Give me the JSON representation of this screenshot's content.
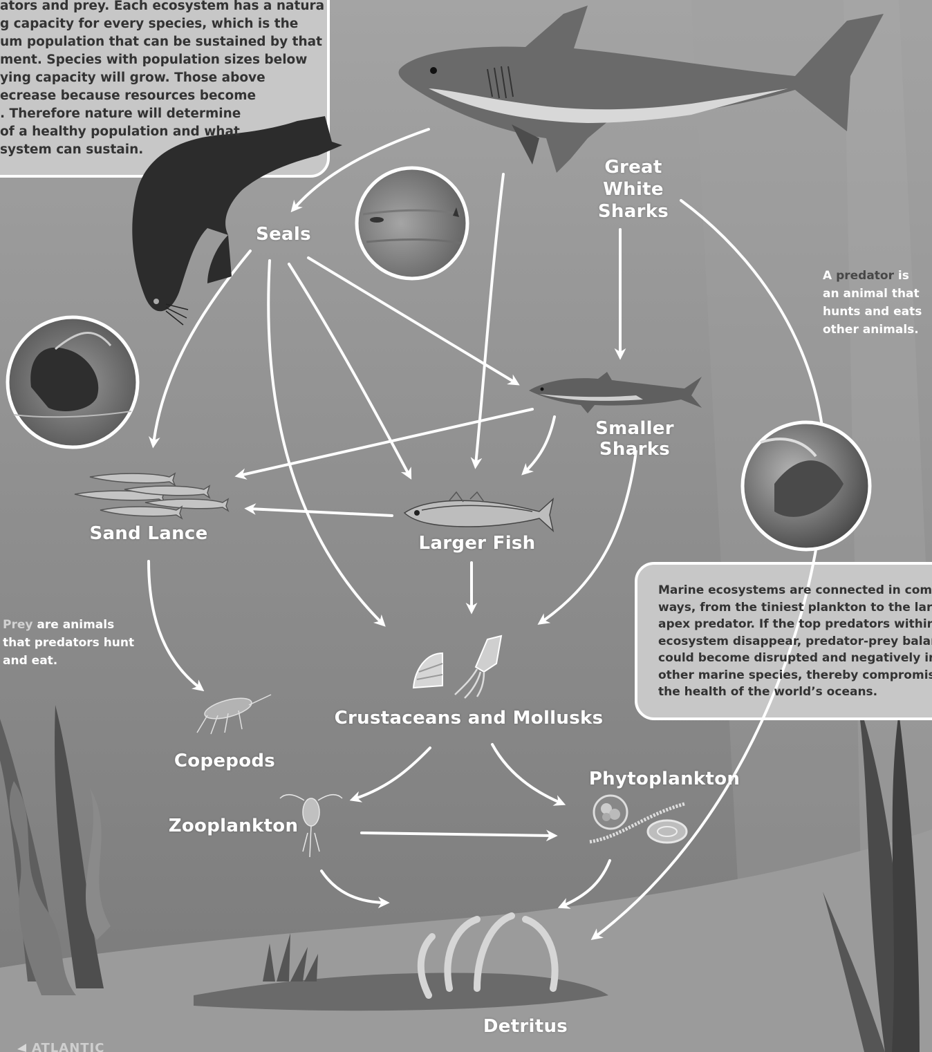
{
  "labels": {
    "great_white": "Great White Sharks",
    "seals": "Seals",
    "smaller_sharks": "Smaller Sharks",
    "sand_lance": "Sand Lance",
    "larger_fish": "Larger Fish",
    "crustaceans": "Crustaceans and Mollusks",
    "copepods": "Copepods",
    "zooplankton": "Zooplankton",
    "phytoplankton": "Phytoplankton",
    "detritus": "Detritus"
  },
  "top_box_lines": [
    "ators and prey. Each ecosystem has a natural",
    "g capacity for every species, which is the",
    "um population that can be sustained by that",
    "ment. Species with population sizes below",
    "ying capacity will grow. Those above",
    "ecrease because resources become",
    ". Therefore nature will determine",
    "of a healthy population and what",
    "system can sustain."
  ],
  "bottom_box_lines": [
    "Marine ecosystems are connected in com",
    "ways, from the tiniest plankton to the larg",
    "apex predator. If the top predators within",
    "ecosystem disappear, predator-prey balan",
    "could become disrupted and negatively in",
    "other marine species, thereby compromis",
    "the health of the world’s oceans."
  ],
  "predator_note": {
    "prefix": "A ",
    "term": "predator",
    "suffix": " is",
    "lines": [
      "an animal that",
      "hunts and eats",
      "other animals."
    ]
  },
  "prey_note": {
    "term": "Prey",
    "suffix": " are animals",
    "lines": [
      "that predators hunt",
      "and eat."
    ]
  },
  "logo_text": "ATLANTIC",
  "colors": {
    "background": "#8c8c8c",
    "arrows": "#ffffff",
    "text_box": "#c7c7c7",
    "shark": "#6a6a6a",
    "seal": "#2a2a2a"
  }
}
